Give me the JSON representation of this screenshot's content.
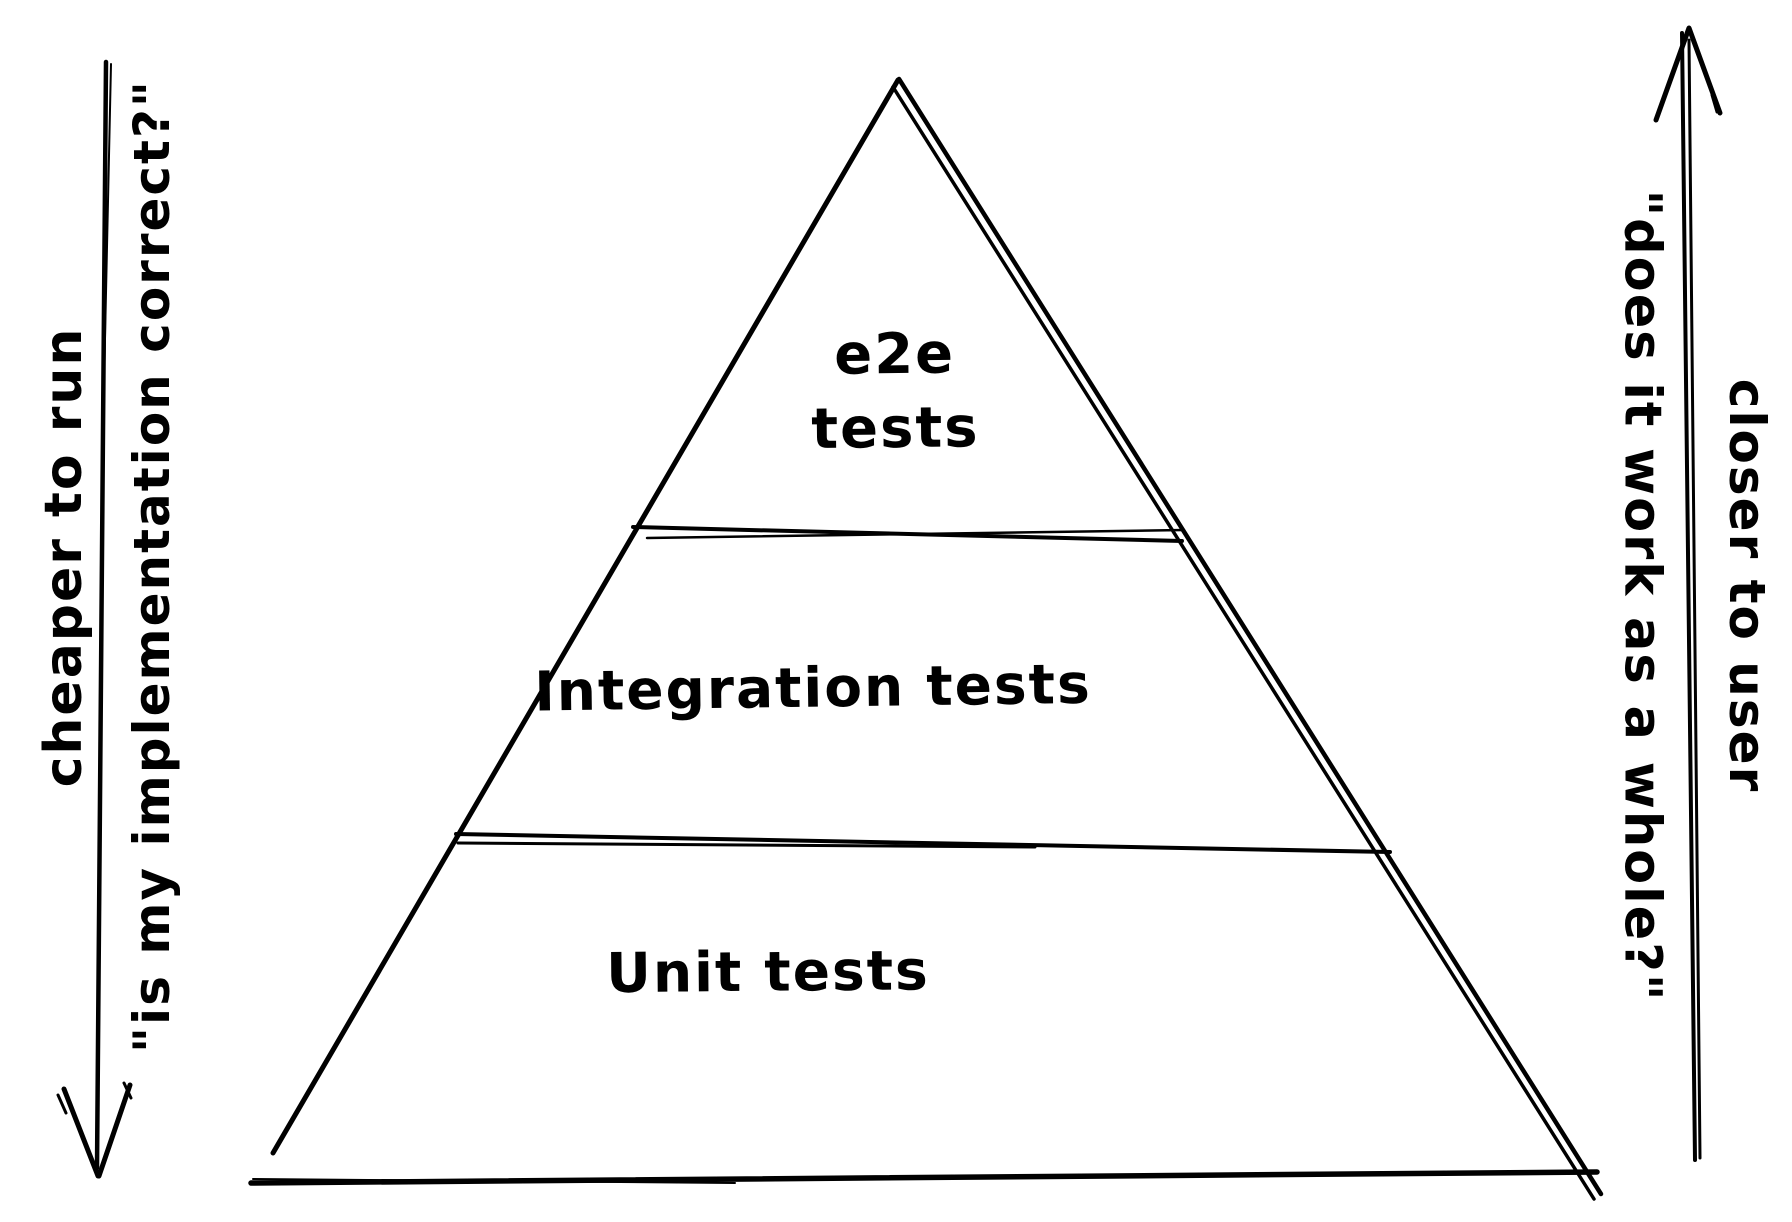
{
  "diagram": {
    "pyramid": {
      "levels": [
        {
          "name": "e2e",
          "label": "e2e\ntests"
        },
        {
          "name": "integration",
          "label": "Integration tests"
        },
        {
          "name": "unit",
          "label": "Unit tests"
        }
      ]
    },
    "left_axis": {
      "direction": "down",
      "label": "cheaper to run",
      "question": "\"is my implementation correct?\""
    },
    "right_axis": {
      "direction": "up",
      "label": "closer to user",
      "question": "\"does it work as a whole?\""
    },
    "colors": {
      "ink": "#000000",
      "background": "#ffffff"
    }
  }
}
